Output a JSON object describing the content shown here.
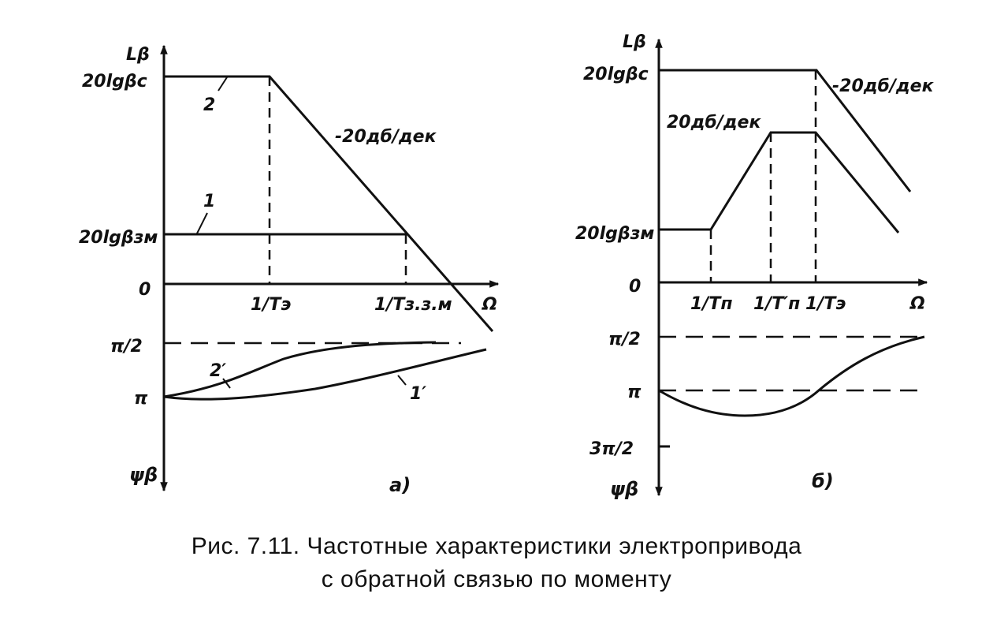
{
  "panel_a": {
    "y_axis_top": "Lβ",
    "y_axis_bottom": "ψβ",
    "x_axis": "Ω",
    "level_high": "20lgβс",
    "level_low": "20lgβзм",
    "zero": "0",
    "x_tick_1": "1/Tэ",
    "x_tick_2": "1/Tз.з.м",
    "slope_label": "-20дб/дек",
    "curve_high_label": "2",
    "curve_low_label": "1",
    "phase_half_pi": "π/2",
    "phase_pi": "π",
    "phase_curve_2": "2′",
    "phase_curve_1": "1′",
    "panel_label": "а)"
  },
  "panel_b": {
    "y_axis_top": "Lβ",
    "y_axis_bottom": "ψβ",
    "x_axis": "Ω",
    "level_high": "20lgβс",
    "level_low": "20lgβзм",
    "zero": "0",
    "x_tick_1": "1/Tп",
    "x_tick_2": "1/T′п",
    "x_tick_3": "1/Tэ",
    "slope_up_label": "20дб/дек",
    "slope_down_label": "-20дб/дек",
    "phase_half_pi": "π/2",
    "phase_pi": "π",
    "phase_three_half_pi": "3π/2",
    "panel_label": "б)"
  },
  "caption": {
    "line1": "Рис. 7.11. Частотные характеристики электропривода",
    "line2": "с обратной связью по моменту"
  }
}
